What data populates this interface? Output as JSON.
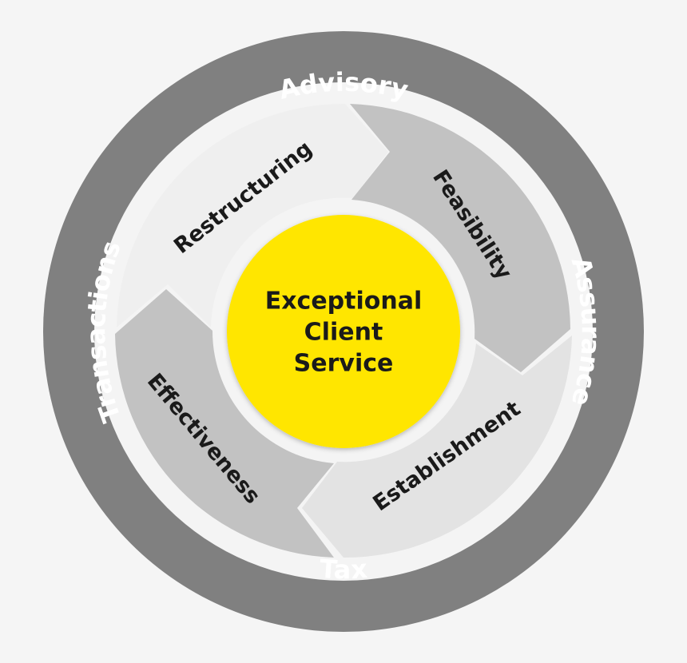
{
  "outer_ring": {
    "top": "Advisory",
    "right": "Assurance",
    "bottom": "Tax",
    "left": "Transactions"
  },
  "cycle": {
    "segments": [
      "Restructuring",
      "Feasibility",
      "Establishment",
      "Effectiveness"
    ]
  },
  "center": {
    "lines": [
      "Exceptional",
      "Client",
      "Service"
    ]
  },
  "colors": {
    "background": "#f5f5f5",
    "outer_ring": "#808080",
    "inner_disc": "#f4f4f4",
    "segment_light": "#efefef",
    "segment_mid": "#c2c2c2",
    "segment_pale": "#e3e3e3",
    "center_fill": "#ffe600",
    "text_dark": "#1a1a1a",
    "text_light": "#ffffff"
  }
}
